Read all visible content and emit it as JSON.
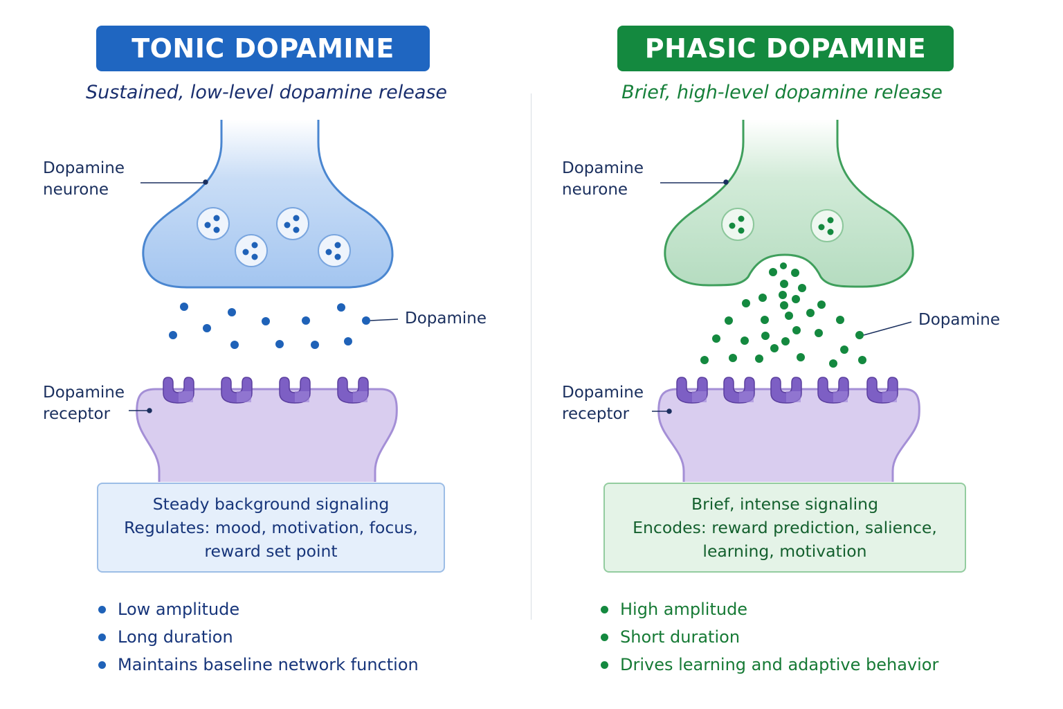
{
  "tonic": {
    "title": "TONIC DOPAMINE",
    "subtitle": "Sustained, low-level dopamine release",
    "labels": {
      "neurone_line1": "Dopamine",
      "neurone_line2": "neurone",
      "dopamine": "Dopamine",
      "receptor_line1": "Dopamine",
      "receptor_line2": "receptor"
    },
    "info": {
      "line1": "Steady background signaling",
      "line2": "Regulates: mood, motivation, focus,",
      "line3": "reward set point"
    },
    "bullets": [
      "Low amplitude",
      "Long duration",
      "Maintains baseline network function"
    ],
    "colors": {
      "accent": "#1f66c1",
      "neurone_fill": "#a9c9f1",
      "receptor_fill": "#d9cdef"
    }
  },
  "phasic": {
    "title": "PHASIC DOPAMINE",
    "subtitle": "Brief, high-level dopamine release",
    "labels": {
      "neurone_line1": "Dopamine",
      "neurone_line2": "neurone",
      "dopamine": "Dopamine",
      "receptor_line1": "Dopamine",
      "receptor_line2": "receptor"
    },
    "info": {
      "line1": "Brief, intense signaling",
      "line2": "Encodes: reward prediction, salience,",
      "line3": "learning, motivation"
    },
    "bullets": [
      "High amplitude",
      "Short duration",
      "Drives learning and adaptive behavior"
    ],
    "colors": {
      "accent": "#14893f",
      "neurone_fill": "#bfe2c8",
      "receptor_fill": "#d9cdef"
    }
  }
}
